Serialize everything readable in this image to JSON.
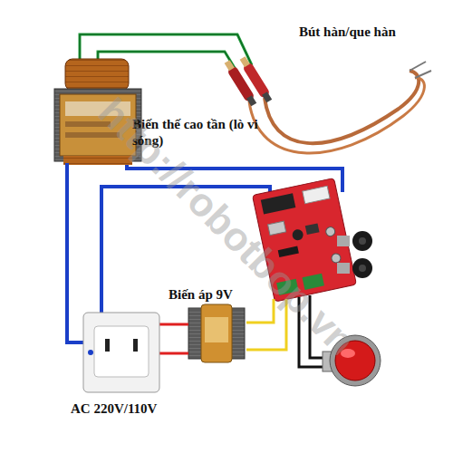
{
  "diagram": {
    "labels": [
      "Bút hàn/que hàn",
      "Biến thế cao tần (lò vi sóng)",
      "Biến áp 9V",
      "AC 220V/110V",
      "http://robotbop.vn"
    ]
  }
}
